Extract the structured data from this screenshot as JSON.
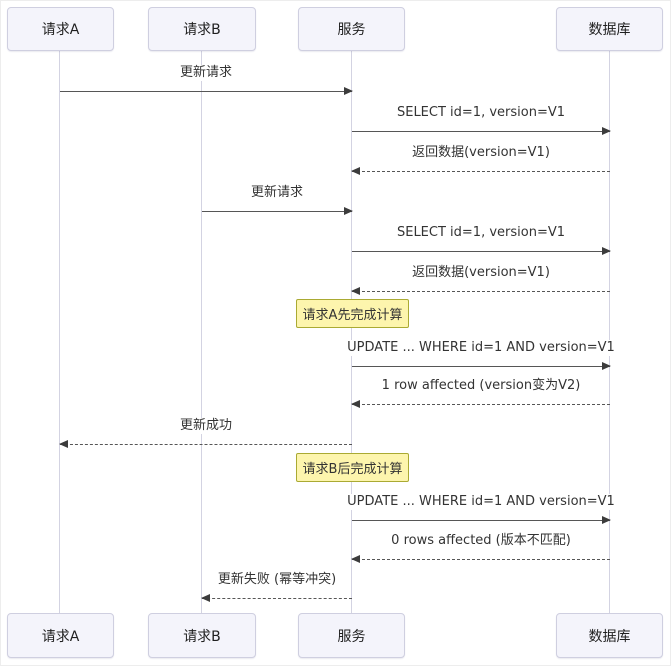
{
  "diagram": {
    "type": "sequence-diagram",
    "participants": [
      {
        "id": "reqA",
        "label": "请求A"
      },
      {
        "id": "reqB",
        "label": "请求B"
      },
      {
        "id": "service",
        "label": "服务"
      },
      {
        "id": "db",
        "label": "数据库"
      }
    ],
    "messages": [
      {
        "from": "请求A",
        "to": "服务",
        "style": "solid",
        "label": "更新请求"
      },
      {
        "from": "服务",
        "to": "数据库",
        "style": "solid",
        "label": "SELECT id=1, version=V1"
      },
      {
        "from": "数据库",
        "to": "服务",
        "style": "dashed",
        "label": "返回数据(version=V1)"
      },
      {
        "from": "请求B",
        "to": "服务",
        "style": "solid",
        "label": "更新请求"
      },
      {
        "from": "服务",
        "to": "数据库",
        "style": "solid",
        "label": "SELECT id=1, version=V1"
      },
      {
        "from": "数据库",
        "to": "服务",
        "style": "dashed",
        "label": "返回数据(version=V1)"
      },
      {
        "from": "服务",
        "to": "数据库",
        "style": "solid",
        "label": "UPDATE ... WHERE id=1 AND version=V1"
      },
      {
        "from": "数据库",
        "to": "服务",
        "style": "dashed",
        "label": "1 row affected (version变为V2)"
      },
      {
        "from": "服务",
        "to": "请求A",
        "style": "dashed",
        "label": "更新成功"
      },
      {
        "from": "服务",
        "to": "数据库",
        "style": "solid",
        "label": "UPDATE ... WHERE id=1 AND version=V1"
      },
      {
        "from": "数据库",
        "to": "服务",
        "style": "dashed",
        "label": "0 rows affected (版本不匹配)"
      },
      {
        "from": "服务",
        "to": "请求B",
        "style": "dashed",
        "label": "更新失败 (幂等冲突)"
      }
    ],
    "notes": [
      {
        "over": "服务",
        "label": "请求A先完成计算"
      },
      {
        "over": "服务",
        "label": "请求B后完成计算"
      }
    ],
    "colors": {
      "actor_fill": "#f4f4fb",
      "actor_border": "#cfcfe0",
      "note_fill": "#fdf5ad",
      "note_border": "#aaaa33",
      "line": "#565656",
      "lifeline": "#d3d3e2",
      "text": "#333333"
    }
  }
}
